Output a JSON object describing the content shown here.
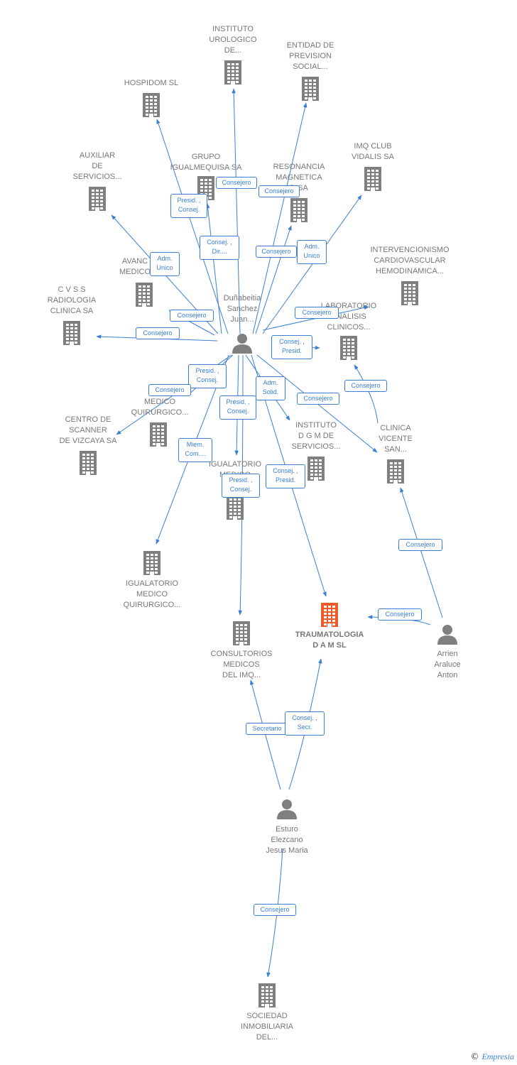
{
  "colors": {
    "edge": "#3a7fd5",
    "company": "#7f7f7f",
    "focus_company": "#f05a28",
    "person": "#7f7f7f",
    "label": "#777777"
  },
  "nodes": [
    {
      "id": "instituto-urologico",
      "kind": "company",
      "lines": [
        "INSTITUTO",
        "UROLOGICO",
        "DE..."
      ]
    },
    {
      "id": "entidad-prevision",
      "kind": "company",
      "lines": [
        "ENTIDAD DE",
        "PREVISION",
        "SOCIAL..."
      ]
    },
    {
      "id": "hospidom",
      "kind": "company",
      "lines": [
        "HOSPIDOM SL"
      ]
    },
    {
      "id": "auxiliar-servicios",
      "kind": "company",
      "lines": [
        "AUXILIAR",
        "DE",
        "SERVICIOS..."
      ]
    },
    {
      "id": "grupo-igualmequisa",
      "kind": "company",
      "lines": [
        "GRUPO",
        "IGUALMEQUISA SA"
      ]
    },
    {
      "id": "resonancia-magnetica",
      "kind": "company",
      "lines": [
        "RESONANCIA",
        "MAGNETICA",
        "D SA"
      ]
    },
    {
      "id": "imq-club-vidalis",
      "kind": "company",
      "lines": [
        "IMQ CLUB",
        "VIDALIS SA"
      ]
    },
    {
      "id": "avanc-medico",
      "kind": "company",
      "lines": [
        "AVANC",
        "MEDICO"
      ]
    },
    {
      "id": "intervencionismo",
      "kind": "company",
      "lines": [
        "INTERVENCIONISMO",
        "CARDIOVASCULAR",
        "HEMODINAMICA..."
      ]
    },
    {
      "id": "cvss-radiologia",
      "kind": "company",
      "lines": [
        "C V S S",
        "RADIOLOGIA",
        "CLINICA SA"
      ]
    },
    {
      "id": "laboratorio-analisis",
      "kind": "company",
      "lines": [
        "LABORATORIO",
        "ANALISIS",
        "CLINICOS..."
      ]
    },
    {
      "id": "igualatorio-medico-quirurgico-a",
      "kind": "company",
      "lines": [
        "IGUA",
        "MEDICO",
        "QUIRURGICO..."
      ]
    },
    {
      "id": "centro-scanner",
      "kind": "company",
      "lines": [
        "CENTRO DE",
        "SCANNER",
        "DE VIZCAYA SA"
      ]
    },
    {
      "id": "instituto-dgm",
      "kind": "company",
      "lines": [
        "INSTITUTO",
        "D G M DE",
        "SERVICIOS..."
      ]
    },
    {
      "id": "clinica-vicente",
      "kind": "company",
      "lines": [
        "CLINICA",
        "VICENTE",
        "SAN..."
      ]
    },
    {
      "id": "igualatorio-medico-quirurgico-b",
      "kind": "company",
      "lines": [
        "IGUALATORIO",
        "MEDICO",
        "QUIR"
      ]
    },
    {
      "id": "igualatorio-medico-quirurgico-c",
      "kind": "company",
      "lines": [
        "IGUALATORIO",
        "MEDICO",
        "QUIRURGICO..."
      ]
    },
    {
      "id": "traumatologia-dam",
      "kind": "focus",
      "lines": [
        "TRAUMATOLOGIA",
        "D A M SL"
      ]
    },
    {
      "id": "consultorios-medicos",
      "kind": "company",
      "lines": [
        "CONSULTORIOS",
        "MEDICOS",
        "DEL IMQ..."
      ]
    },
    {
      "id": "sociedad-inmobiliaria",
      "kind": "company",
      "lines": [
        "SOCIEDAD",
        "INMOBILIARIA",
        "DEL..."
      ]
    },
    {
      "id": "dunabeitia",
      "kind": "person",
      "lines": [
        "Duñabeitia",
        "Sanchez",
        "Juan..."
      ]
    },
    {
      "id": "arrien",
      "kind": "person",
      "lines": [
        "Arrien",
        "Araluce",
        "Anton"
      ]
    },
    {
      "id": "esturo",
      "kind": "person",
      "lines": [
        "Esturo",
        "Elezcano",
        "Jesus Maria"
      ]
    }
  ],
  "edges": [
    {
      "from": "dunabeitia",
      "to": "instituto-urologico",
      "lines": [
        "Consejero"
      ]
    },
    {
      "from": "dunabeitia",
      "to": "entidad-prevision",
      "lines": [
        "Consejero"
      ]
    },
    {
      "from": "dunabeitia",
      "to": "hospidom",
      "lines": [
        "Presid. ,",
        "Consej."
      ]
    },
    {
      "from": "dunabeitia",
      "to": "grupo-igualmequisa",
      "lines": [
        "Consej. ,",
        "Dir...."
      ]
    },
    {
      "from": "dunabeitia",
      "to": "auxiliar-servicios",
      "lines": [
        "Adm.",
        "Unico"
      ]
    },
    {
      "from": "dunabeitia",
      "to": "resonancia-magnetica",
      "lines": [
        "Consejero"
      ]
    },
    {
      "from": "dunabeitia",
      "to": "imq-club-vidalis",
      "lines": [
        "Adm.",
        "Unico"
      ]
    },
    {
      "from": "dunabeitia",
      "to": "avanc-medico",
      "lines": [
        "Consejero"
      ]
    },
    {
      "from": "dunabeitia",
      "to": "cvss-radiologia",
      "lines": [
        "Consejero"
      ]
    },
    {
      "from": "dunabeitia",
      "to": "laboratorio-analisis",
      "lines": [
        "Consejero"
      ]
    },
    {
      "from": "dunabeitia",
      "to": "laboratorio-analisis",
      "lines": [
        "Consej. ,",
        "Presid."
      ]
    },
    {
      "from": "dunabeitia",
      "to": "igualatorio-medico-quirurgico-a",
      "lines": [
        "Presid. ,",
        "Consej."
      ]
    },
    {
      "from": "dunabeitia",
      "to": "centro-scanner",
      "lines": [
        "Consejero"
      ]
    },
    {
      "from": "dunabeitia",
      "to": "instituto-dgm",
      "lines": [
        "Adm.",
        "Solid."
      ]
    },
    {
      "from": "dunabeitia",
      "to": "clinica-vicente",
      "lines": [
        "Consejero"
      ]
    },
    {
      "from": "dunabeitia",
      "to": "igualatorio-medico-quirurgico-b",
      "lines": [
        "Presid. ,",
        "Consej."
      ]
    },
    {
      "from": "dunabeitia",
      "to": "igualatorio-medico-quirurgico-c",
      "lines": [
        "Miem.",
        "Com...."
      ]
    },
    {
      "from": "dunabeitia",
      "to": "consultorios-medicos",
      "lines": [
        "Presid. ,",
        "Consej."
      ]
    },
    {
      "from": "dunabeitia",
      "to": "traumatologia-dam",
      "lines": [
        "Consej. ,",
        "Presid."
      ]
    },
    {
      "from": "clinica-vicente",
      "to": "laboratorio-analisis",
      "lines": [
        "Consejero"
      ]
    },
    {
      "from": "arrien",
      "to": "clinica-vicente",
      "lines": [
        "Consejero"
      ]
    },
    {
      "from": "arrien",
      "to": "traumatologia-dam",
      "lines": [
        "Consejero"
      ]
    },
    {
      "from": "esturo",
      "to": "consultorios-medicos",
      "lines": [
        "Secretario"
      ]
    },
    {
      "from": "esturo",
      "to": "traumatologia-dam",
      "lines": [
        "Consej. ,",
        "Secr."
      ]
    },
    {
      "from": "esturo",
      "to": "sociedad-inmobiliaria",
      "lines": [
        "Consejero"
      ]
    }
  ],
  "credit": {
    "copyright": "©",
    "brand": "Empresia"
  }
}
